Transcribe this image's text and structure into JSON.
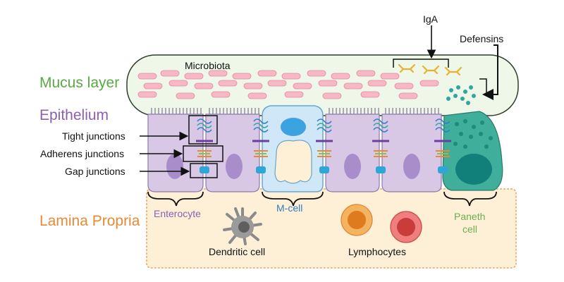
{
  "regions": {
    "mucus": "Mucus layer",
    "epithelium": "Epithelium",
    "lamina_propria": "Lamina Propria"
  },
  "junctions": {
    "tight": "Tight junctions",
    "adherens": "Adherens junctions",
    "gap": "Gap junctions"
  },
  "labels": {
    "microbiota": "Microbiota",
    "iga": "IgA",
    "defensins": "Defensins",
    "enterocyte": "Enterocyte",
    "m_cell": "M-cell",
    "paneth_line1": "Paneth",
    "paneth_line2": "cell",
    "dendritic": "Dendritic cell",
    "lymphocytes": "Lymphocytes"
  },
  "colors": {
    "mucus": "#5aa845",
    "epithelium": "#8b5fb0",
    "lamina_propria": "#e88a35",
    "enterocyte": "#8b5fb0",
    "m_cell": "#2f7fc1",
    "paneth": "#6ab04c"
  }
}
